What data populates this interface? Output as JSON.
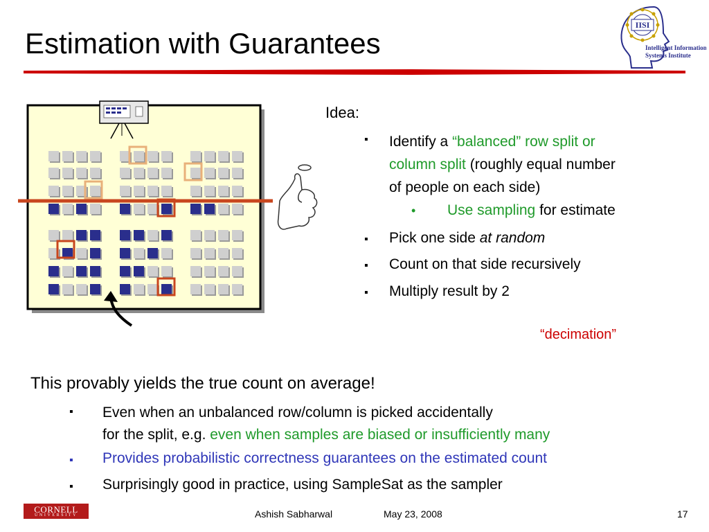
{
  "title": "Estimation with Guarantees",
  "logo": {
    "badge": "IISI",
    "line1": "Intelligent Information",
    "line2": "Systems Institute"
  },
  "idea": {
    "heading": "Idea:",
    "items": [
      {
        "bullet": "▪",
        "a": "Identify a ",
        "b": "“balanced” row split or",
        "c": "column split",
        "d": " (roughly equal number",
        "e": "of people on each side)"
      },
      {
        "bullet": "•",
        "a": "Use sampling",
        "b": " for estimate"
      },
      {
        "bullet": "▪",
        "a": "Pick one side ",
        "b": "at random"
      },
      {
        "bullet": "▪",
        "a": "Count on that side recursively"
      },
      {
        "bullet": "▪",
        "a": "Multiply result by 2"
      }
    ],
    "note": "“decimation”"
  },
  "summary": {
    "heading": "This provably yields the true count on average!",
    "items": [
      {
        "bullet": "▪",
        "line1": "Even when an unbalanced row/column is picked accidentally",
        "line2a": "for the split, e.g. ",
        "line2b": "even when samples are biased or insufficiently many"
      },
      {
        "bullet": "▪",
        "text": "Provides probabilistic correctness guarantees on the estimated count"
      },
      {
        "bullet": "▪",
        "text": "Surprisingly good in practice, using SampleSat as the sampler"
      }
    ]
  },
  "footer": {
    "logo": "CORNELL",
    "logo_sub": "UNIVERSITY",
    "author": "Ashish Sabharwal",
    "date": "May 23, 2008",
    "page": "17"
  },
  "colors": {
    "rule": "#cc0000",
    "accent_red": "#cc0000",
    "accent_green": "#1f9a2a",
    "accent_blue": "#2f36b8",
    "seat_filled": "#2a2e8c",
    "seat_empty": "#cfcfcf",
    "room_bg": "#ffffd6",
    "split_line": "#c8461e"
  },
  "icons": [
    "projector-icon",
    "thumb-coin-flip-icon",
    "curved-arrow-icon"
  ]
}
